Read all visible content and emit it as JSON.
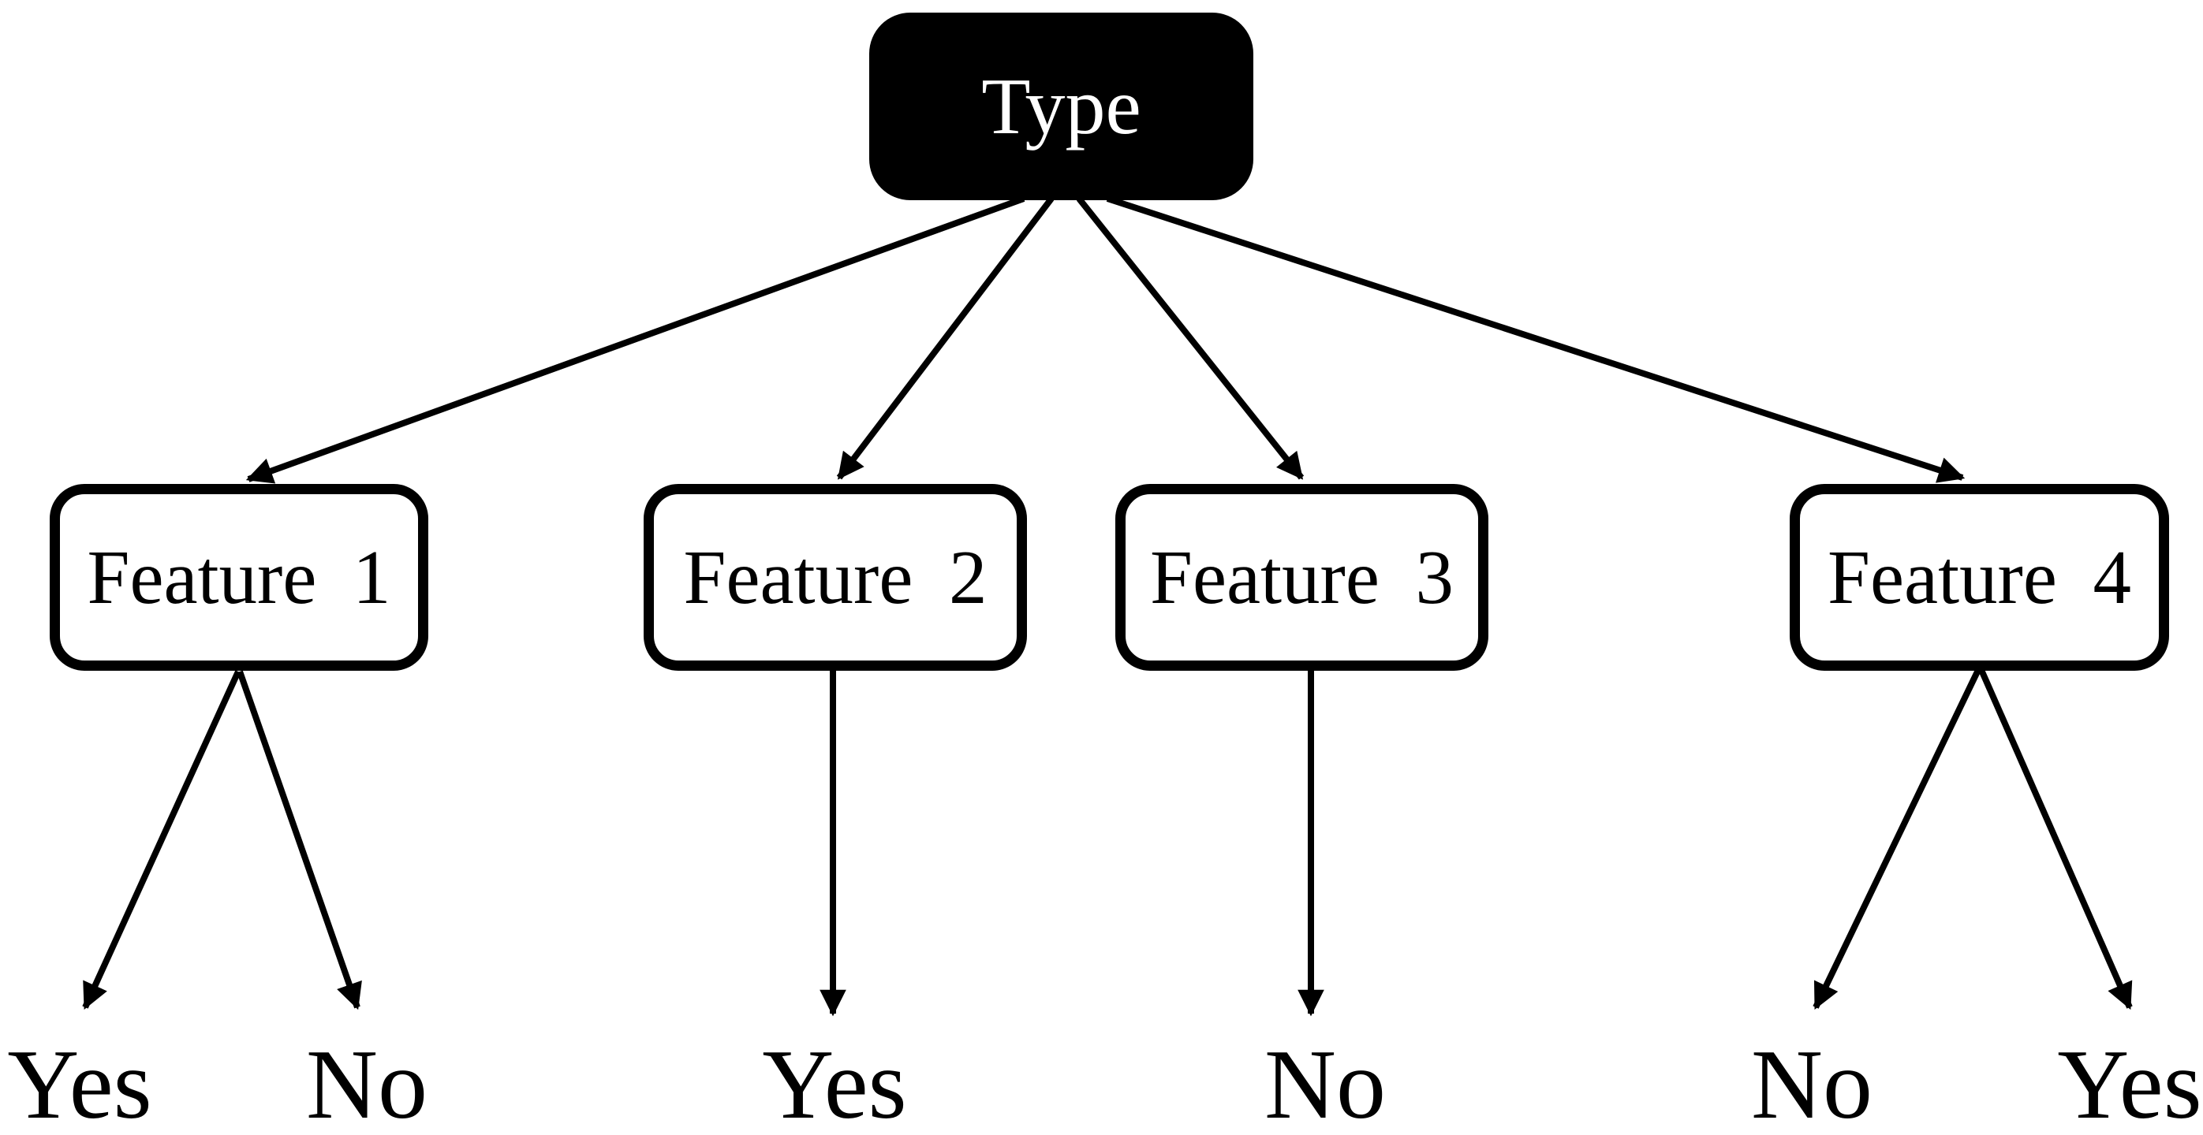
{
  "diagram": {
    "root": {
      "label": "Type"
    },
    "features": [
      {
        "label": "Feature 1"
      },
      {
        "label": "Feature 2"
      },
      {
        "label": "Feature 3"
      },
      {
        "label": "Feature 4"
      }
    ],
    "leaves": [
      {
        "label": "Yes",
        "parent": "Feature 1"
      },
      {
        "label": "No",
        "parent": "Feature 1"
      },
      {
        "label": "Yes",
        "parent": "Feature 2"
      },
      {
        "label": "No",
        "parent": "Feature 3"
      },
      {
        "label": "No",
        "parent": "Feature 4"
      },
      {
        "label": "Yes",
        "parent": "Feature 4"
      }
    ],
    "edges": [
      {
        "from": "Type",
        "to": "Feature 1"
      },
      {
        "from": "Type",
        "to": "Feature 2"
      },
      {
        "from": "Type",
        "to": "Feature 3"
      },
      {
        "from": "Type",
        "to": "Feature 4"
      },
      {
        "from": "Feature 1",
        "to": "Yes"
      },
      {
        "from": "Feature 1",
        "to": "No"
      },
      {
        "from": "Feature 2",
        "to": "Yes"
      },
      {
        "from": "Feature 3",
        "to": "No"
      },
      {
        "from": "Feature 4",
        "to": "No"
      },
      {
        "from": "Feature 4",
        "to": "Yes"
      }
    ],
    "colors": {
      "root_fill": "#000000",
      "root_text": "#ffffff",
      "node_fill": "#ffffff",
      "node_border": "#000000",
      "node_text": "#000000",
      "arrow": "#000000",
      "background": "#ffffff"
    }
  }
}
